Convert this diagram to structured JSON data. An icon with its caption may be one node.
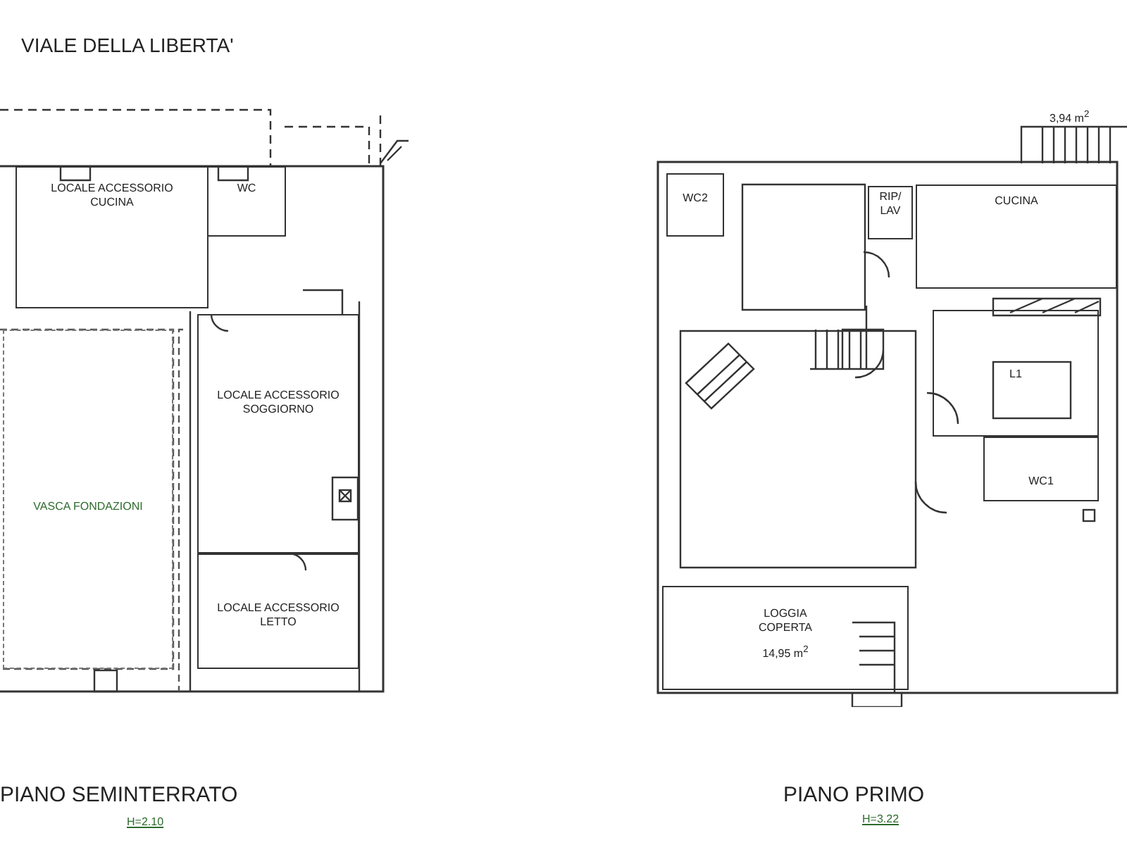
{
  "diagram": {
    "title": "VIALE DELLA LIBERTA'",
    "nodes": [
      {
        "text": [
          "LOCALE ACCESSORIO CUCINA"
        ]
      },
      {
        "text": [
          "WC"
        ]
      },
      {
        "text": [
          "LOCALE ACCESSORIO SOGGIORNO"
        ]
      },
      {
        "text": [
          "VASCA FONDAZIONI"
        ]
      },
      {
        "text": [
          "LOCALE ACCESSORIO LETTO"
        ]
      },
      {
        "text": [
          "WC2"
        ]
      },
      {
        "text": [
          "RIP/ LAV"
        ]
      },
      {
        "text": [
          "CUCINA"
        ]
      },
      {
        "text": [
          "L1"
        ]
      },
      {
        "text": [
          "WC1"
        ]
      },
      {
        "text": [
          "LOGGIA COPERTA",
          "14,95 m$^{2}$"
        ]
      }
    ],
    "labels": [
      "3,94 m$^{2}$",
      "PIANO SEMINTERRATO",
      "H=2.10",
      "PIANO PRIMO",
      "H=3.22"
    ]
  }
}
